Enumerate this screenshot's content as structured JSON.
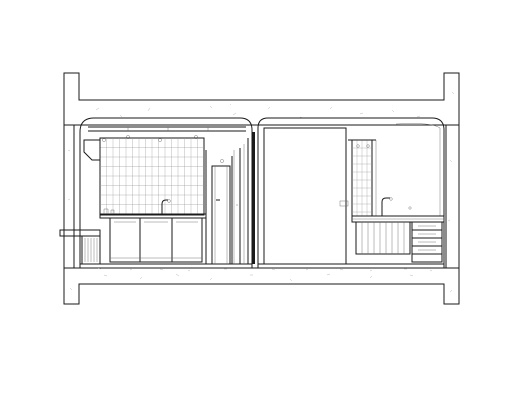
{
  "drawing": {
    "kind": "architectural-section",
    "title": "",
    "annotations": [],
    "colors": {
      "line": "#1a1a1a",
      "fine_line": "#6a6a6a",
      "background": "#ffffff"
    },
    "spaces": [
      {
        "name": "kitchen-section",
        "elements": [
          "upper-tile-wall",
          "base-cabinets",
          "sink-faucet",
          "radiator",
          "window-sill"
        ]
      },
      {
        "name": "corridor-section",
        "elements": [
          "doorway",
          "wall-panels"
        ]
      },
      {
        "name": "bathroom-section",
        "elements": [
          "shower-tile-wall",
          "vanity-counter",
          "drawer-stack",
          "mirror"
        ]
      }
    ]
  }
}
